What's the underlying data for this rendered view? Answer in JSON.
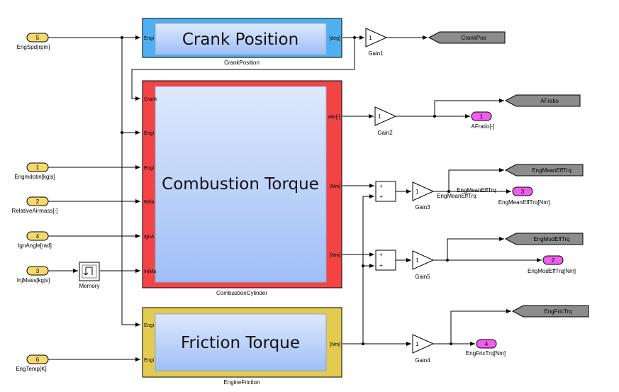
{
  "inports": [
    {
      "num": "5",
      "label": "EngSpd[rpm]"
    },
    {
      "num": "1",
      "label": "Engmdotin[kg|s]"
    },
    {
      "num": "2",
      "label": "RelativeAirmass[-]"
    },
    {
      "num": "4",
      "label": "IgnAngle[rad]"
    },
    {
      "num": "3",
      "label": "InjMass[kg|s]"
    },
    {
      "num": "6",
      "label": "EngTemp[K]"
    }
  ],
  "memory": {
    "label": "Memory"
  },
  "subsystems": {
    "crank": {
      "title": "Crank Position",
      "name": "CrankPosition",
      "in1": "Engi",
      "out1": "[deg]"
    },
    "combustion": {
      "title": "Combustion Torque",
      "name": "CombustionCylinder",
      "in1": "Crank",
      "in2": "Engi",
      "in3": "Engi",
      "in4": "Rela",
      "in5": "IgnA",
      "in6": "InjMa",
      "out1": "atio[-]",
      "out2": "[Nm]",
      "out3": "[Nm]"
    },
    "friction": {
      "title": "Friction Torque",
      "name": "EngineFriction",
      "in1": "Engi",
      "in2": "Engi",
      "out1": "[Nm]"
    }
  },
  "gains": [
    {
      "name": "Gain1",
      "value": "1"
    },
    {
      "name": "Gain2",
      "value": "1"
    },
    {
      "name": "Gain3",
      "value": "1"
    },
    {
      "name": "Gain5",
      "value": "1"
    },
    {
      "name": "Gain4",
      "value": "1"
    }
  ],
  "sum_signs": [
    "+",
    "+"
  ],
  "gotos": [
    {
      "label": "CrankPos"
    },
    {
      "label": "AFratio"
    },
    {
      "label": "EngMeanEffTrq"
    },
    {
      "label": "EngModEffTrq"
    },
    {
      "label": "EngFricTrq"
    }
  ],
  "outports": [
    {
      "num": "1",
      "label": "AFratio[-]"
    },
    {
      "num": "3",
      "label": "EngMeanEffTrq[Nm]"
    },
    {
      "num": "2",
      "label": "EngModEffTrq[Nm]"
    },
    {
      "num": "4",
      "label": "EngFricTrq[Nm]"
    }
  ],
  "signal_label": "EngMeanEffTrq",
  "colors": {
    "inport": "#f5d96b",
    "outport": "#f25df0",
    "crank_frame": "#4fb0f0",
    "combustion_frame": "#f24444",
    "friction_frame": "#e3cb52",
    "inner_box": "#bcd3fa",
    "goto": "#8c8c8c"
  }
}
